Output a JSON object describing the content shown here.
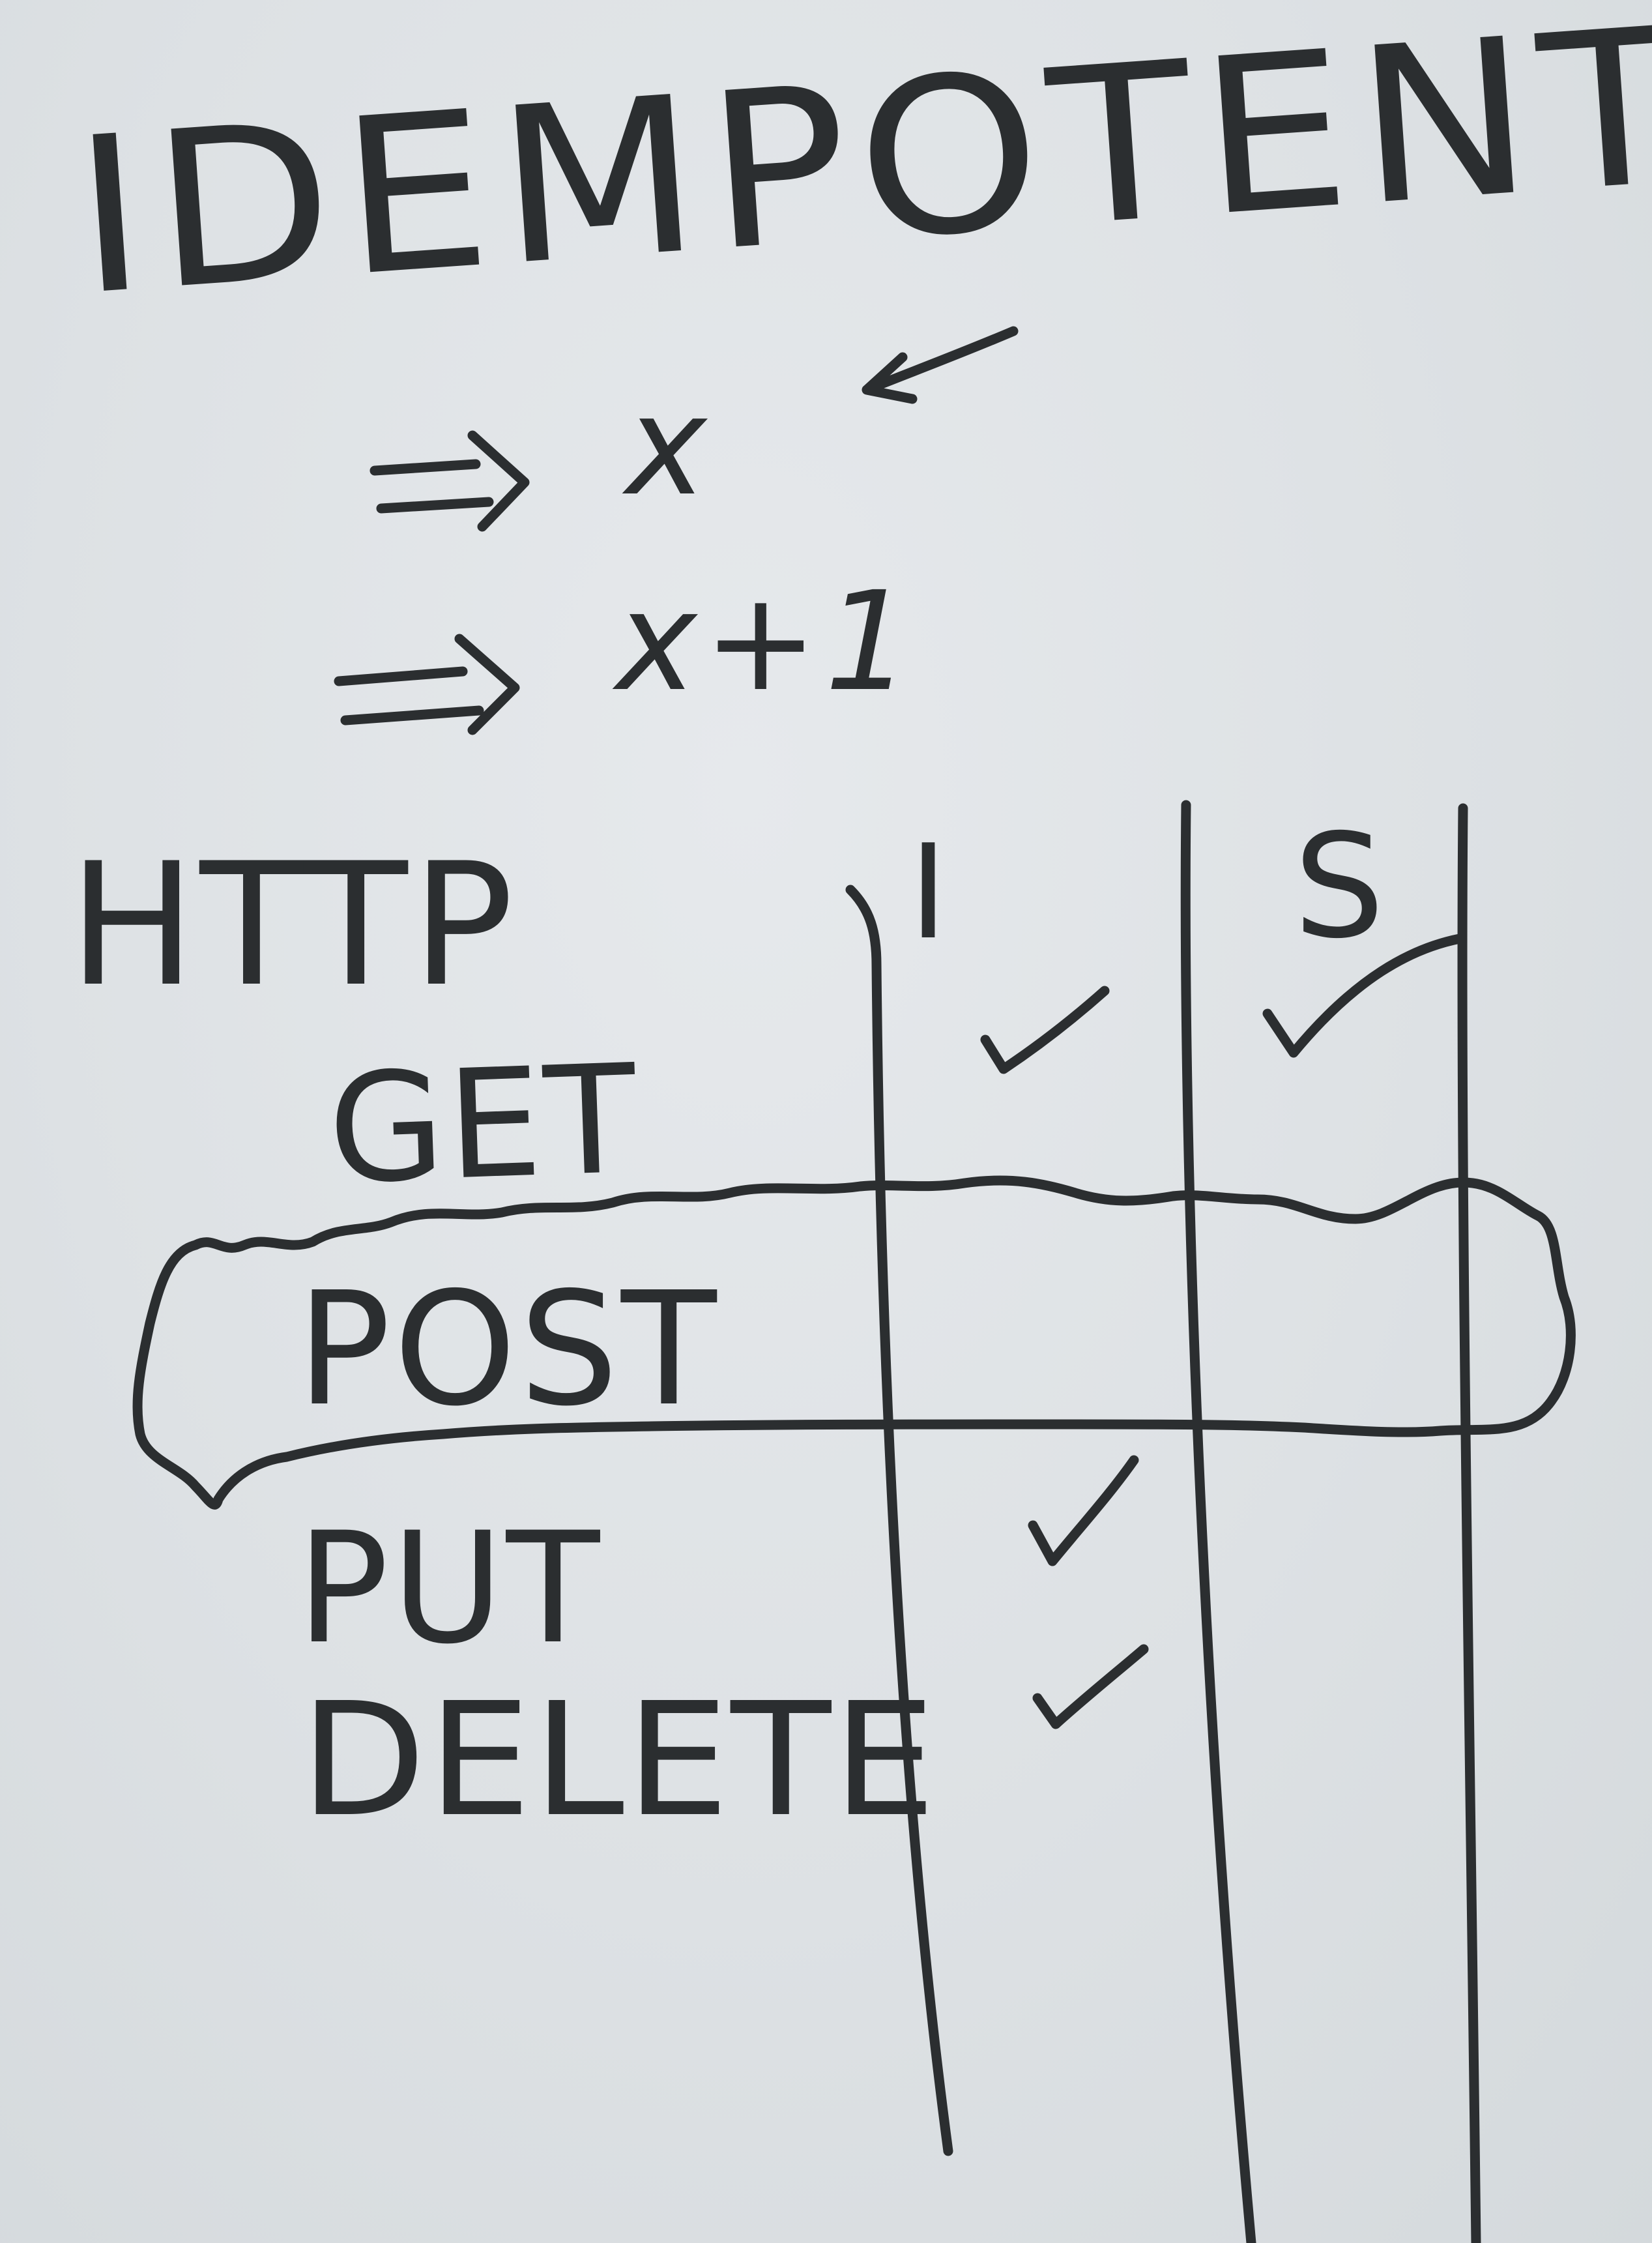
{
  "note": {
    "title": "IDEMPOTENT",
    "examples": [
      "x",
      "x+1"
    ],
    "table": {
      "label": "HTTP",
      "columns": [
        "I",
        "S"
      ],
      "rows": [
        {
          "method": "GET",
          "idempotent": true,
          "safe": true,
          "circled": false
        },
        {
          "method": "POST",
          "idempotent": false,
          "safe": false,
          "circled": true
        },
        {
          "method": "PUT",
          "idempotent": true,
          "safe": false,
          "circled": false
        },
        {
          "method": "DELETE",
          "idempotent": true,
          "safe": false,
          "circled": false
        }
      ]
    }
  },
  "colors": {
    "paper": "#e1e5e8",
    "ink": "#2b2e30"
  }
}
